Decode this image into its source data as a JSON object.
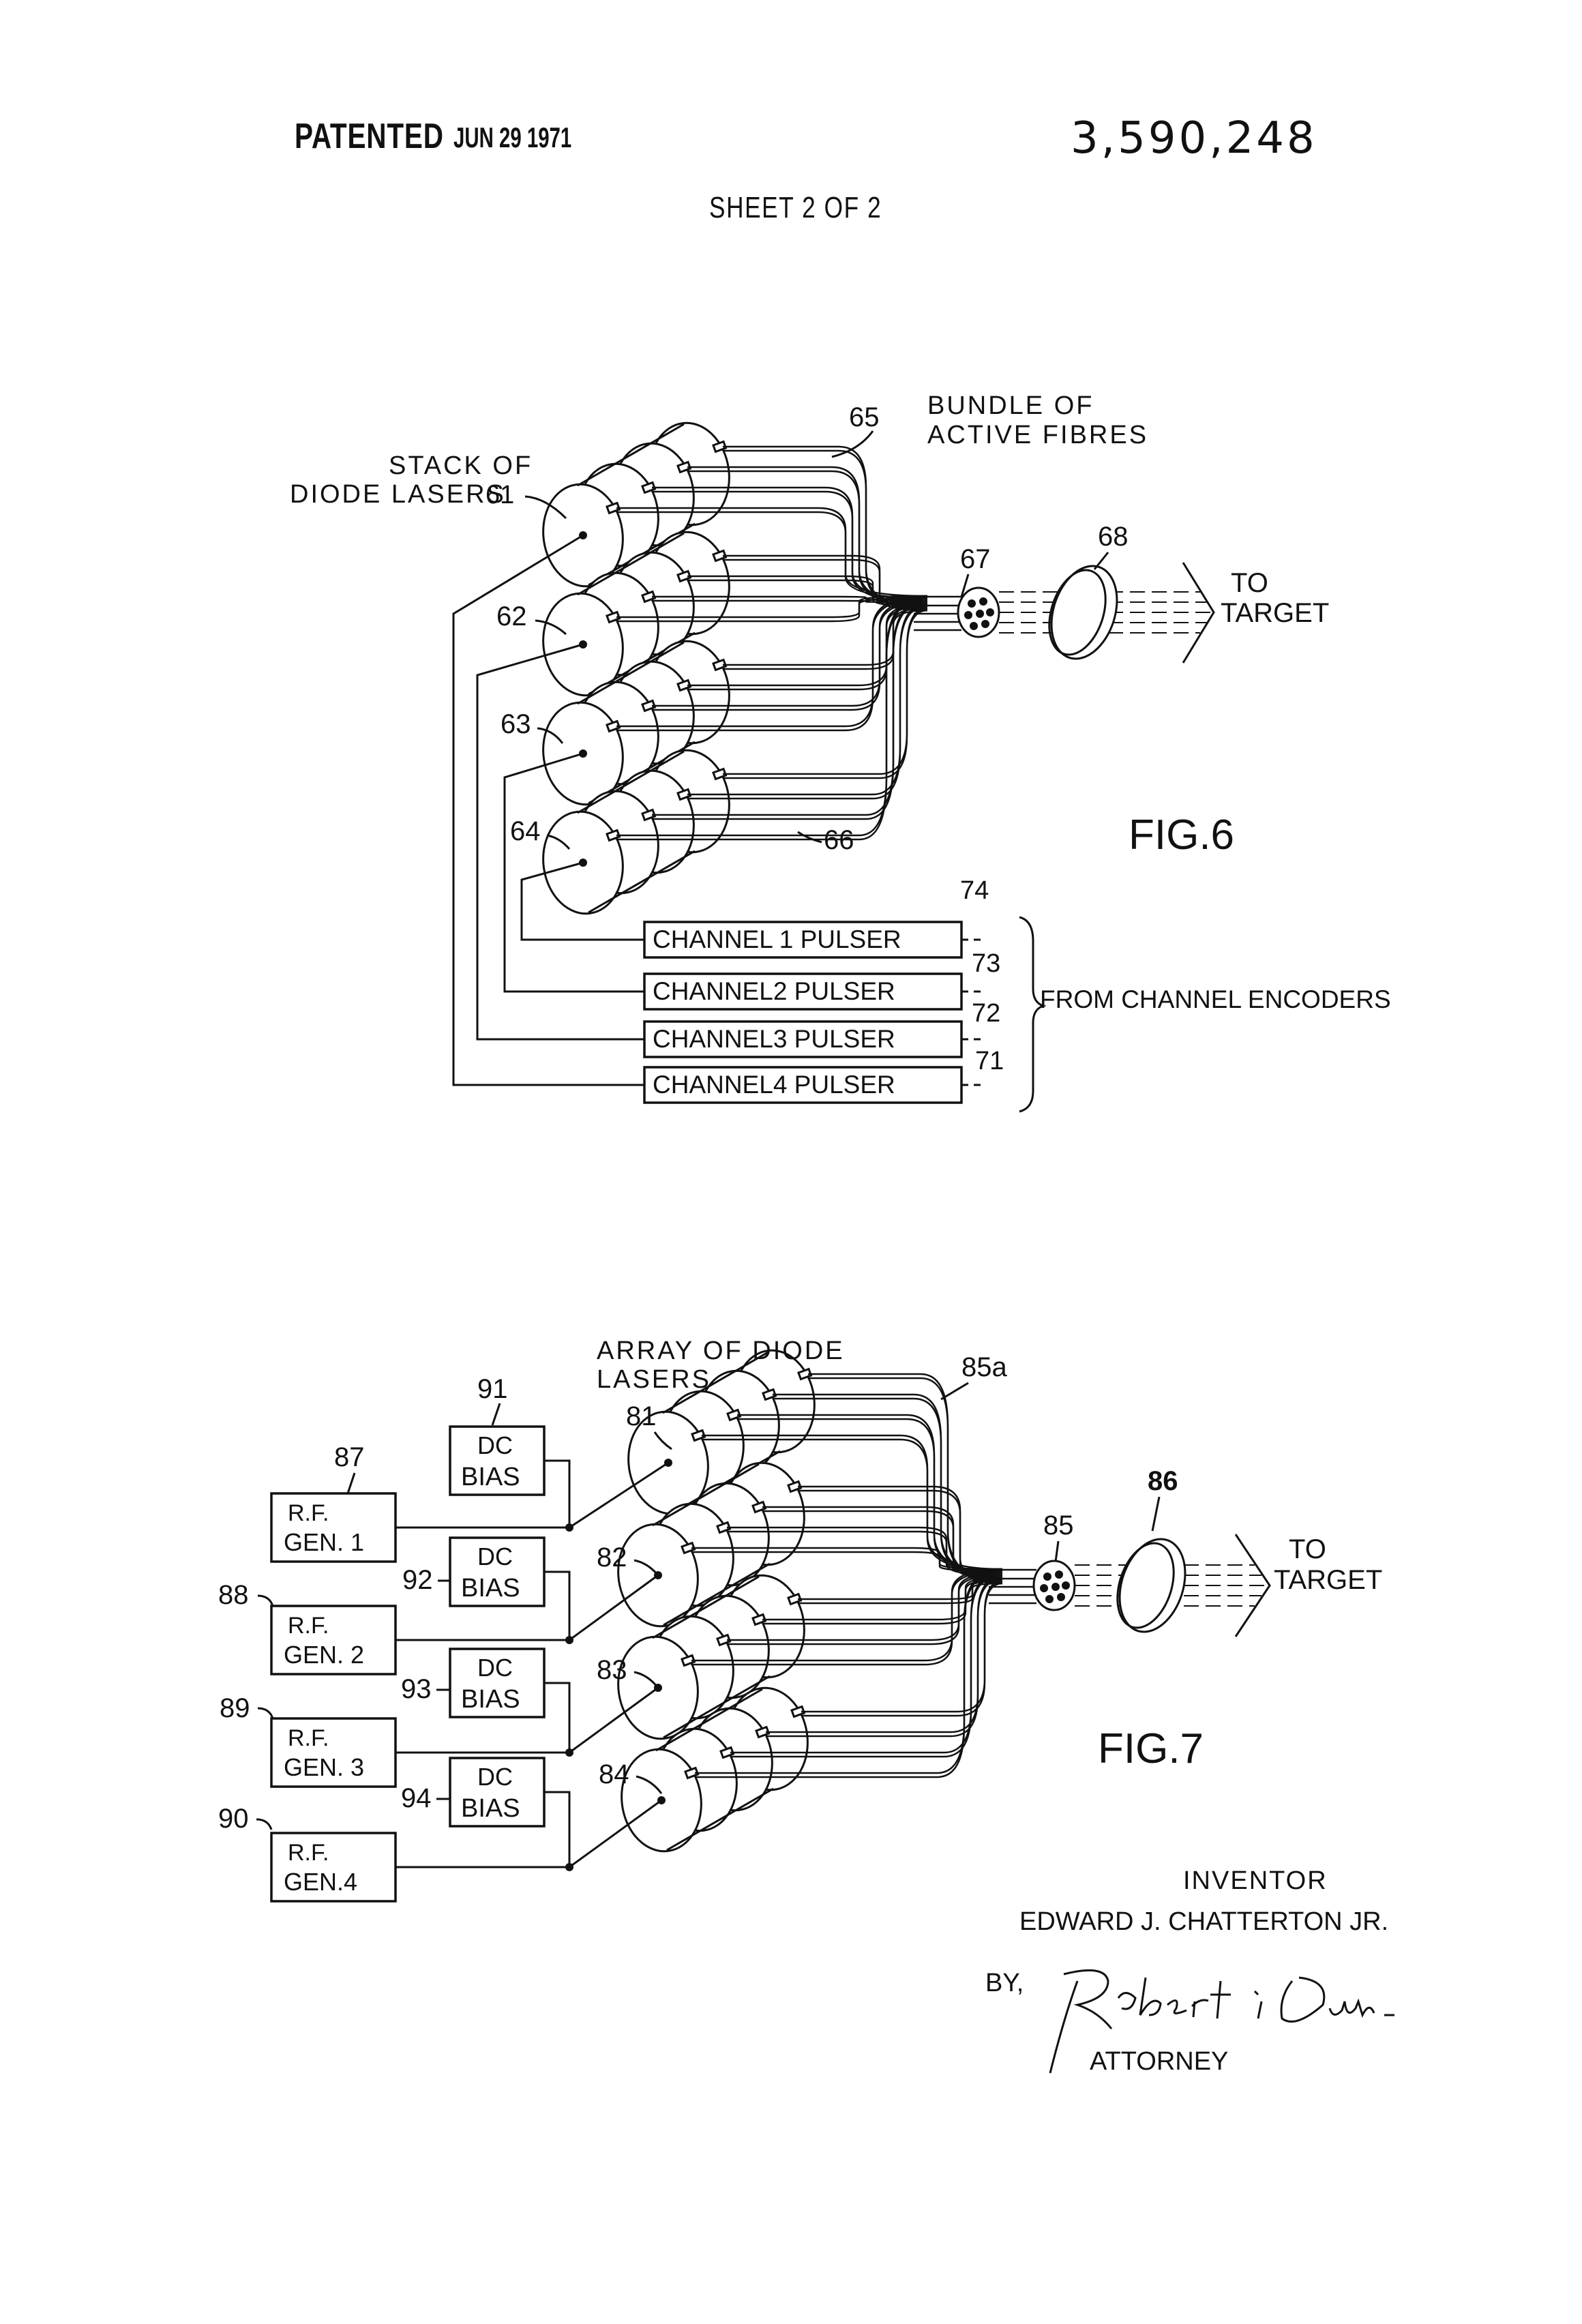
{
  "header": {
    "patented": "PATENTED",
    "date": "JUN 29 1971",
    "number": "3,590,248",
    "sheet": "SHEET 2 OF 2"
  },
  "fig6": {
    "label": "FIG.6",
    "stack_label_line1": "STACK OF",
    "stack_label_line2": "DIODE LASERS",
    "bundle_label_line1": "BUNDLE OF",
    "bundle_label_line2": "ACTIVE FIBRES",
    "target_line1": "TO",
    "target_line2": "TARGET",
    "encoders_label": "FROM CHANNEL ENCODERS",
    "refs": {
      "stack": "61",
      "laser2": "62",
      "laser3": "63",
      "laser4": "64",
      "bundle": "65",
      "fibres": "66",
      "end": "67",
      "lens": "68",
      "p1": "74",
      "p2": "73",
      "p3": "72",
      "p4": "71"
    },
    "pulsers": [
      "CHANNEL 1 PULSER",
      "CHANNEL2 PULSER",
      "CHANNEL3 PULSER",
      "CHANNEL4 PULSER"
    ]
  },
  "fig7": {
    "label": "FIG.7",
    "array_label_line1": "ARRAY OF DIODE",
    "array_label_line2": "LASERS",
    "target_line1": "TO",
    "target_line2": "TARGET",
    "refs": {
      "bundle": "85a",
      "end": "85",
      "lens": "86",
      "laser1": "81",
      "laser2": "82",
      "laser3": "83",
      "laser4": "84",
      "rf1": "87",
      "rf2": "88",
      "rf3": "89",
      "rf4": "90",
      "dc1": "91",
      "dc2": "92",
      "dc3": "93",
      "dc4": "94"
    },
    "rf": [
      {
        "line1": "R.F.",
        "line2": "GEN. 1"
      },
      {
        "line1": "R.F.",
        "line2": "GEN. 2"
      },
      {
        "line1": "R.F.",
        "line2": "GEN. 3"
      },
      {
        "line1": "R.F.",
        "line2": "GEN.4"
      }
    ],
    "dc": [
      {
        "line1": "DC",
        "line2": "BIAS"
      },
      {
        "line1": "DC",
        "line2": "BIAS"
      },
      {
        "line1": "DC",
        "line2": "BIAS"
      },
      {
        "line1": "DC",
        "line2": "BIAS"
      }
    ]
  },
  "footer": {
    "inventor": "INVENTOR",
    "name": "EDWARD J. CHATTERTON JR.",
    "by": "BY,",
    "signature": "Robert T. Dunn",
    "attorney": "ATTORNEY"
  }
}
